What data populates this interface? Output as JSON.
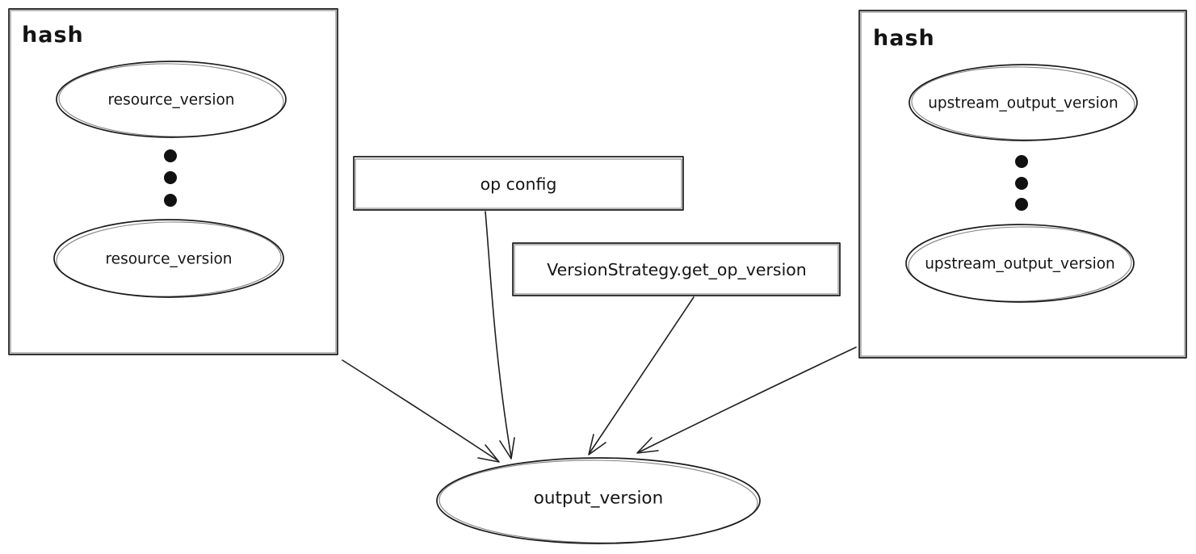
{
  "colors": {
    "stroke": "#1b1b1b",
    "background": "#ffffff",
    "text": "#141414"
  },
  "left_hash_group": {
    "title": "hash",
    "top_node": "resource_version",
    "bottom_node": "resource_version",
    "ellipsis": "vertical-dots"
  },
  "right_hash_group": {
    "title": "hash",
    "top_node": "upstream_output_version",
    "bottom_node": "upstream_output_version",
    "ellipsis": "vertical-dots"
  },
  "op_config_box": {
    "label": "op config"
  },
  "version_strategy_box": {
    "label": "VersionStrategy.get_op_version"
  },
  "output_node": {
    "label": "output_version"
  },
  "edges": [
    {
      "from": "left-hash-box",
      "to": "output_version"
    },
    {
      "from": "op config",
      "to": "output_version"
    },
    {
      "from": "VersionStrategy.get_op_version",
      "to": "output_version"
    },
    {
      "from": "right-hash-box",
      "to": "output_version"
    }
  ]
}
